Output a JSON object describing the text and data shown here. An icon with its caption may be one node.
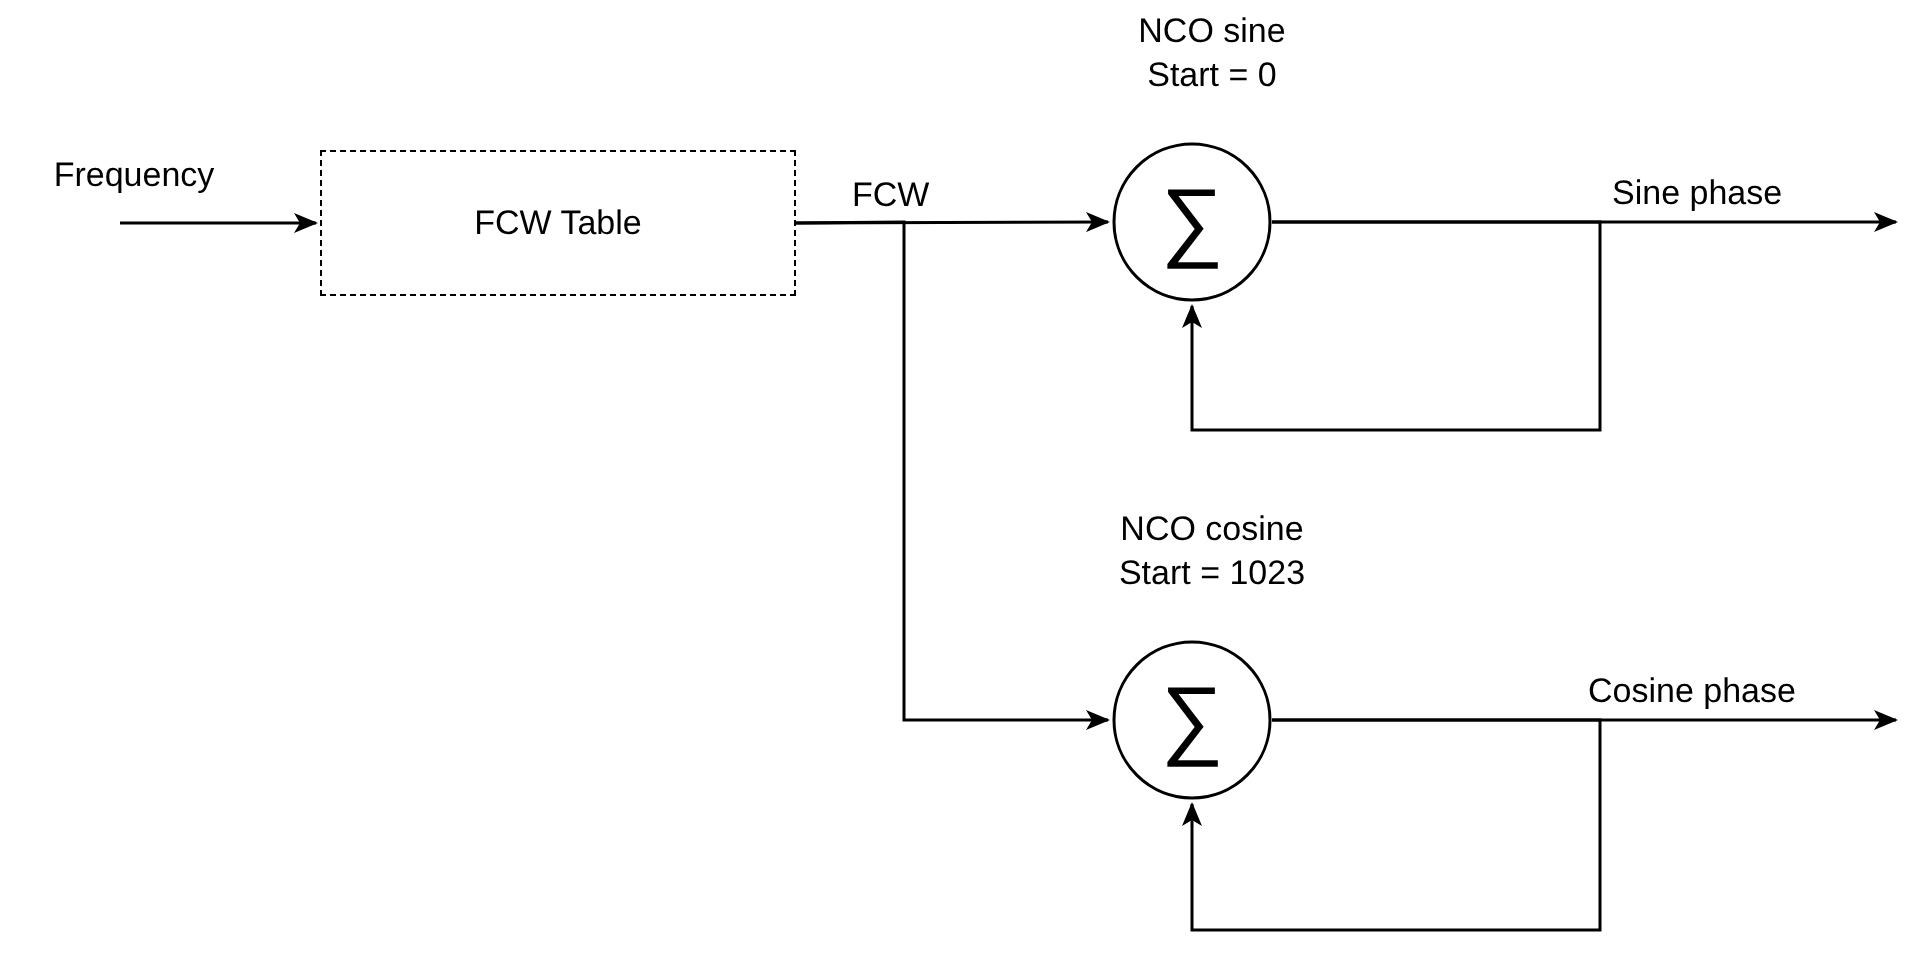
{
  "diagram": {
    "nodes": [
      {
        "text": [
          "Frequency"
        ]
      },
      {
        "text": [
          "FCW Table"
        ]
      },
      {
        "text": [
          "∑"
        ],
        "beside": [
          "NCO sine Start = 0"
        ]
      },
      {
        "text": [
          "∑"
        ],
        "beside": [
          "NCO cosine Start = 1023"
        ]
      }
    ],
    "edges": [
      {
        "from": 0,
        "to": 1,
        "arrow": "to"
      },
      {
        "from": 1,
        "to": 2,
        "arrow": "to",
        "label": "FCW"
      },
      {
        "from": 1,
        "to": 3,
        "arrow": "to"
      },
      {
        "from": 2,
        "to": null,
        "arrow": "to",
        "label": "Sine phase"
      },
      {
        "from": 2,
        "to": 2,
        "arrow": "to"
      },
      {
        "from": 3,
        "to": null,
        "arrow": "to",
        "label": "Cosine phase"
      },
      {
        "from": 3,
        "to": 3,
        "arrow": "to"
      }
    ]
  }
}
